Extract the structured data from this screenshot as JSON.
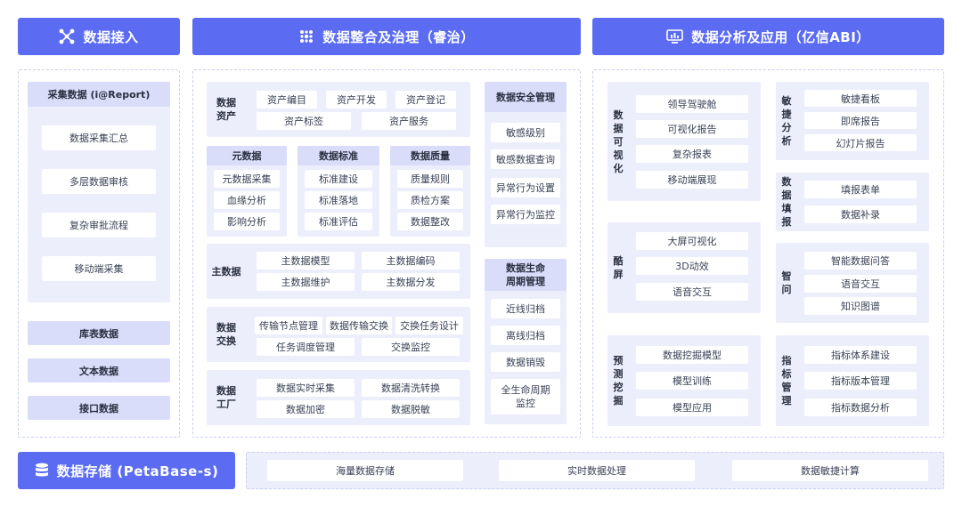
{
  "headers": {
    "ingest": "数据接入",
    "governance": "数据整合及治理（睿治）",
    "analysis": "数据分析及应用（亿信ABI）",
    "storage": "数据存储 (PetaBase-s)"
  },
  "icons": {
    "ingest": "connect-nodes-icon",
    "governance": "governance-grid-icon",
    "analysis": "monitor-chart-icon",
    "storage": "database-icon"
  },
  "colors": {
    "accent": "#5b6cf2",
    "group_bg": "#eceefc",
    "title_bg": "#d9ddfa"
  },
  "ingest": {
    "collection_title": "采集数据 (i@Report)",
    "collection_items": [
      "数据采集汇总",
      "多层数据审核",
      "复杂审批流程",
      "移动端采集"
    ],
    "bars": [
      "库表数据",
      "文本数据",
      "接口数据"
    ]
  },
  "governance": {
    "assets": {
      "label": "数据\n资产",
      "items": [
        "资产编目",
        "资产开发",
        "资产登记",
        "资产标签",
        "资产服务"
      ]
    },
    "metadata": {
      "title": "元数据",
      "items": [
        "元数据采集",
        "血缘分析",
        "影响分析"
      ]
    },
    "standard": {
      "title": "数据标准",
      "items": [
        "标准建设",
        "标准落地",
        "标准评估"
      ]
    },
    "quality": {
      "title": "数据质量",
      "items": [
        "质量规则",
        "质检方案",
        "数据整改"
      ]
    },
    "master": {
      "label": "主数据",
      "items": [
        "主数据模型",
        "主数据编码",
        "主数据维护",
        "主数据分发"
      ]
    },
    "exchange": {
      "label": "数据\n交换",
      "items": [
        "传输节点管理",
        "数据传输交换",
        "交换任务设计",
        "任务调度管理",
        "交换监控"
      ]
    },
    "factory": {
      "label": "数据\n工厂",
      "items": [
        "数据实时采集",
        "数据清洗转换",
        "数据加密",
        "数据脱敏"
      ]
    },
    "security": {
      "title": "数据安全管理",
      "items": [
        "敏感级别",
        "敏感数据查询",
        "异常行为设置",
        "异常行为监控"
      ]
    },
    "lifecycle": {
      "title": "数据生命\n周期管理",
      "items": [
        "近线归档",
        "离线归档",
        "数据销毁",
        "全生命周期\n监控"
      ]
    }
  },
  "analysis": {
    "visual": {
      "label": "数\n据\n可\n视\n化",
      "items": [
        "领导驾驶舱",
        "可视化报告",
        "复杂报表",
        "移动端展现"
      ]
    },
    "cool": {
      "label": "酷\n屏",
      "items": [
        "大屏可视化",
        "3D动效",
        "语音交互"
      ]
    },
    "predict": {
      "label": "预\n测\n挖\n掘",
      "items": [
        "数据挖掘模型",
        "模型训练",
        "模型应用"
      ]
    },
    "agile": {
      "label": "敏\n捷\n分\n析",
      "items": [
        "敏捷看板",
        "即席报告",
        "幻灯片报告"
      ]
    },
    "fill": {
      "label": "数\n据\n填\n报",
      "items": [
        "填报表单",
        "数据补录"
      ]
    },
    "smart": {
      "label": "智\n问",
      "items": [
        "智能数据问答",
        "语音交互",
        "知识图谱"
      ]
    },
    "metrics": {
      "label": "指\n标\n管\n理",
      "items": [
        "指标体系建设",
        "指标版本管理",
        "指标数据分析"
      ]
    }
  },
  "storage": {
    "items": [
      "海量数据存储",
      "实时数据处理",
      "数据敏捷计算"
    ]
  }
}
